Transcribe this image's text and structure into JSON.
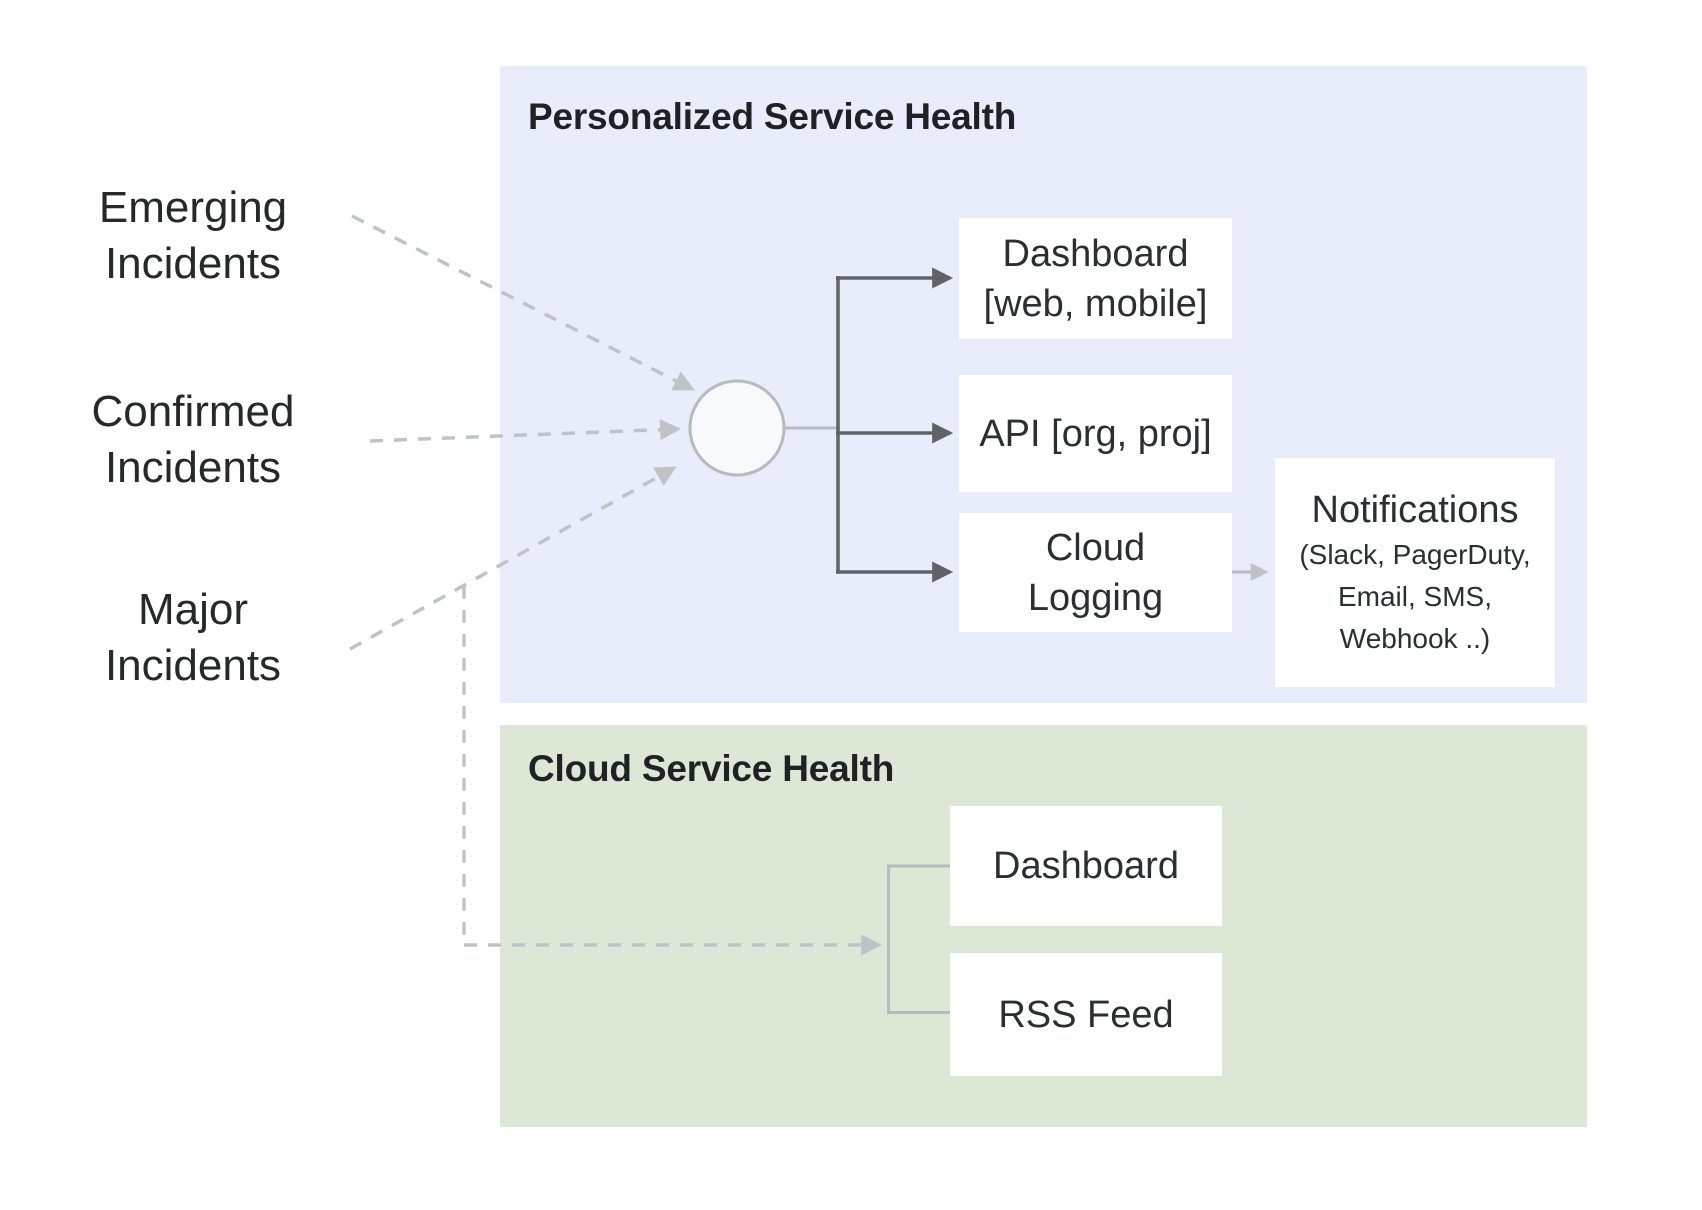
{
  "diagram": {
    "inputs": [
      {
        "line1": "Emerging",
        "line2": "Incidents"
      },
      {
        "line1": "Confirmed",
        "line2": "Incidents"
      },
      {
        "line1": "Major",
        "line2": "Incidents"
      }
    ],
    "personalized_section": {
      "title": "Personalized Service Health",
      "dashboard": {
        "line1": "Dashboard",
        "line2": "[web, mobile]"
      },
      "api": {
        "label": "API [org, proj]"
      },
      "cloud_logging": {
        "line1": "Cloud",
        "line2": "Logging"
      },
      "notifications": {
        "title": "Notifications",
        "sub1": "(Slack, PagerDuty,",
        "sub2": "Email, SMS,",
        "sub3": "Webhook ..)"
      }
    },
    "cloud_section": {
      "title": "Cloud Service Health",
      "dashboard": {
        "label": "Dashboard"
      },
      "rss": {
        "label": "RSS Feed"
      }
    },
    "colors": {
      "personalized_bg": "#E8ECFB",
      "cloud_bg": "#DDE7D5",
      "node_bg": "#FFFFFF",
      "dark_connector": "#5F6368",
      "light_connector": "#B7BBC0",
      "dashed_connector": "#BFC3C8",
      "hub_fill": "#F8F9FB",
      "hub_stroke": "#B7BBC0",
      "text": "#202124"
    }
  }
}
